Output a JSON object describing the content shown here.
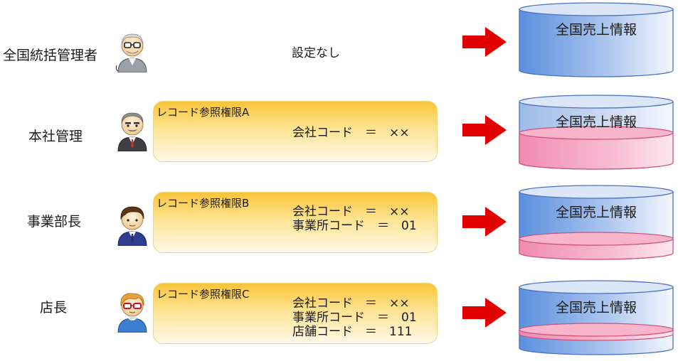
{
  "rows": [
    {
      "role": "全国統括管理者",
      "avatar_icon": "elderly-man-glasses-icon",
      "no_setting": "設定なし",
      "database": "全国売上情報"
    },
    {
      "role": "本社管理",
      "avatar_icon": "senior-man-suit-icon",
      "permission_title": "レコード参照権限A",
      "conditions": [
        "会社コード　＝　××"
      ],
      "database": "全国売上情報"
    },
    {
      "role": "事業部長",
      "avatar_icon": "businessman-icon",
      "permission_title": "レコード参照権限B",
      "conditions": [
        "会社コード　＝　××",
        "事業所コード　＝　01"
      ],
      "database": "全国売上情報"
    },
    {
      "role": "店長",
      "avatar_icon": "young-man-glasses-icon",
      "permission_title": "レコード参照権限C",
      "conditions": [
        "会社コード　＝　××",
        "事業所コード　＝　01",
        "店舗コード　＝　111"
      ],
      "database": "全国売上情報"
    }
  ],
  "colors": {
    "arrow": "#e00000",
    "db_blue": "#5b8fde",
    "db_pink": "#f4a7c2",
    "perm_gold": "#fcc43a"
  }
}
